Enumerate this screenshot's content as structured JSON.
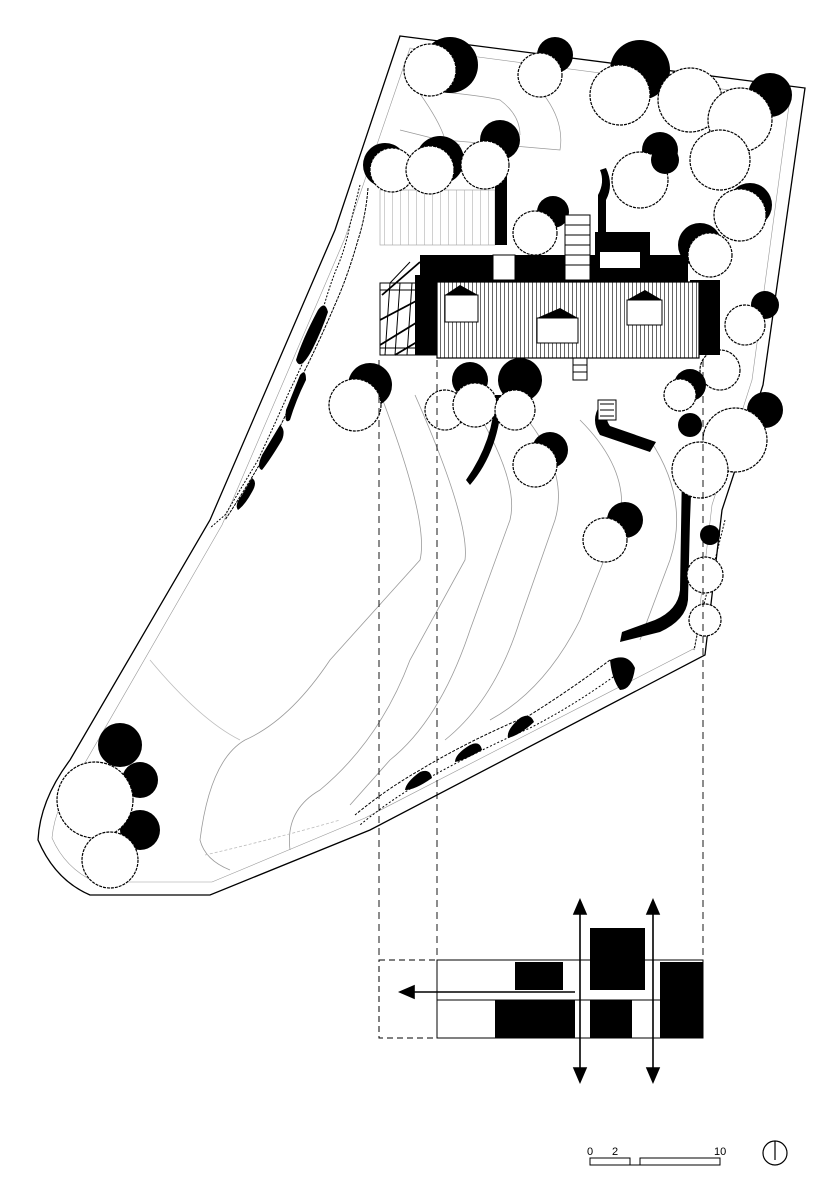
{
  "scale_bar": {
    "labels": [
      "0",
      "2",
      "10"
    ]
  },
  "colors": {
    "ink": "#000000",
    "paper": "#ffffff",
    "contour": "#9a9a9a",
    "path": "#bdbdbd"
  },
  "icons": {
    "north": "north-arrow-icon"
  }
}
